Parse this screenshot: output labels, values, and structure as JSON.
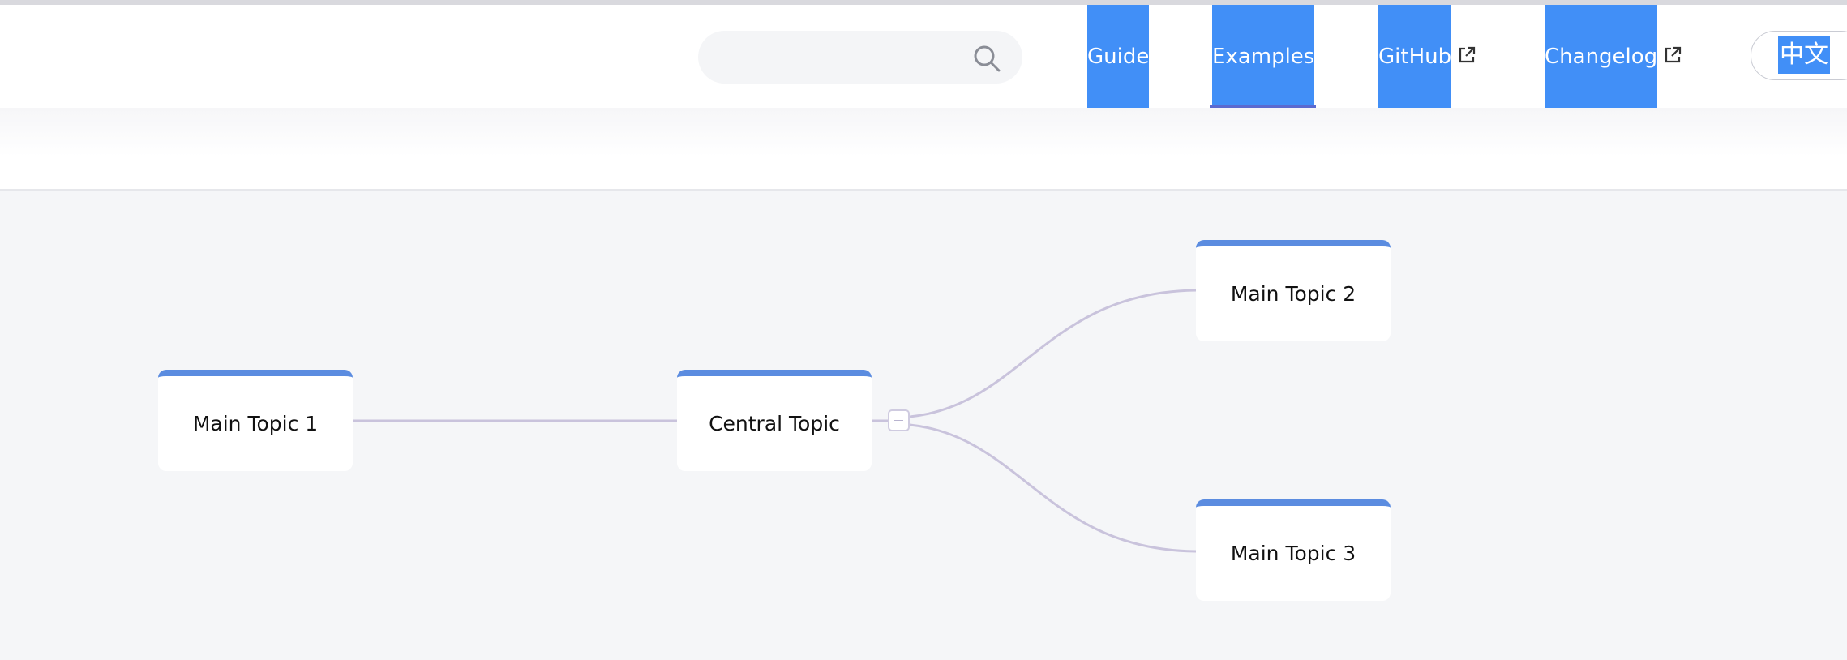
{
  "header": {
    "search": {
      "placeholder": "",
      "value": ""
    },
    "nav": [
      {
        "label": "Guide",
        "external": false,
        "active": false
      },
      {
        "label": "Examples",
        "external": false,
        "active": true
      },
      {
        "label": "GitHub",
        "external": true,
        "active": false
      },
      {
        "label": "Changelog",
        "external": true,
        "active": false
      }
    ],
    "language_toggle": {
      "label": "中文"
    }
  },
  "mindmap": {
    "central_topic": "Central Topic",
    "topics": [
      "Main Topic 1",
      "Main Topic 2",
      "Main Topic 3"
    ],
    "collapse_button": "collapse-node"
  },
  "colors": {
    "nav_highlight": "#418ff7",
    "active_underline": "#5b6ad0",
    "node_accent": "#5b8ce0",
    "edge": "#c9c3dc",
    "canvas_bg": "#f5f6f8"
  }
}
